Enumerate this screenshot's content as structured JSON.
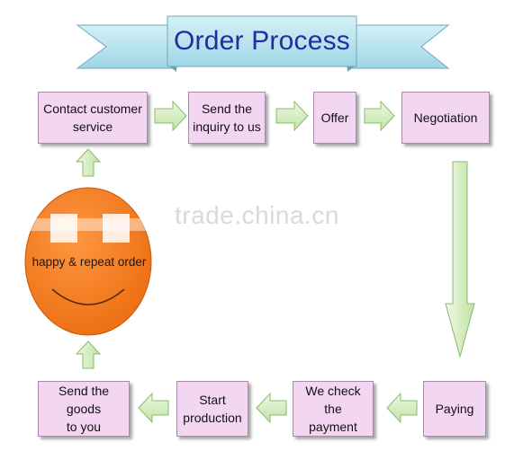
{
  "title": "Order Process",
  "watermark": "trade.china.cn",
  "smiley_text": "happy & repeat order",
  "steps": [
    {
      "label": "Contact customer\nservice"
    },
    {
      "label": "Send the\ninquiry to us"
    },
    {
      "label": "Offer"
    },
    {
      "label": "Negotiation"
    },
    {
      "label": "Paying"
    },
    {
      "label": "We check the\npayment"
    },
    {
      "label": "Start\nproduction"
    },
    {
      "label": "Send the goods\nto you"
    }
  ],
  "colors": {
    "box_fill": "#f2d6f2",
    "arrow_fill": "#d9f0c4",
    "ribbon_fill": "#b9e3ef",
    "smiley_fill": "#f07a1e",
    "title_color": "#1f2fa0"
  }
}
